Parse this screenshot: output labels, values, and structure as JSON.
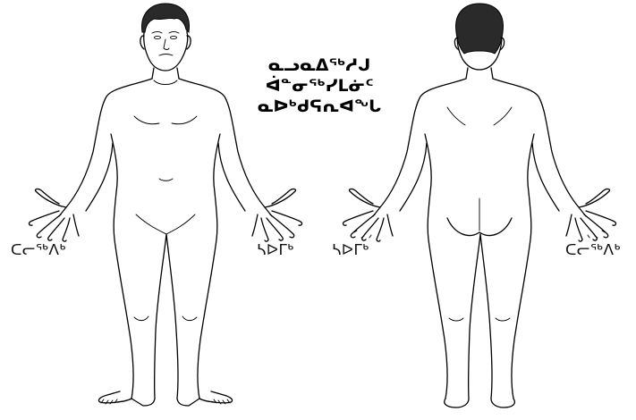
{
  "title_lines": [
    "ᓇᓗᓇᐃᖅᓱᒍ",
    "ᐋᓐᓂᖅᓯᒪᓃᑦ",
    "ᓇᐅᒃᑯᕋᕆᐊᖓ"
  ],
  "labels": {
    "front_left": "ᑕᓕᖅᐱᒃ",
    "front_right": "ᓴᐅᒥᒃ",
    "back_left": "ᓴᐅᒥᒃ",
    "back_right": "ᑕᓕᖅᐱᒃ"
  },
  "figures": [
    {
      "view": "front",
      "icon": "human-body-front-icon"
    },
    {
      "view": "back",
      "icon": "human-body-back-icon"
    }
  ]
}
